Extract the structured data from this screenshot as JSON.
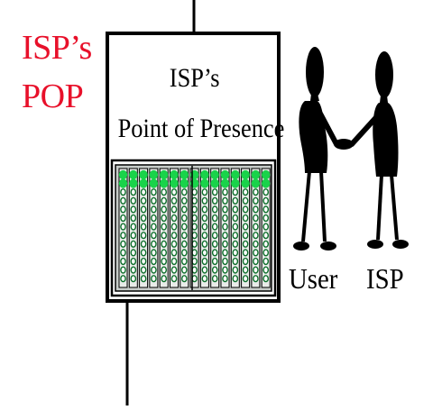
{
  "side_title": {
    "line1": "ISP’s",
    "line2": "POP"
  },
  "box": {
    "line1": "ISP’s",
    "line2": "Point of Presence"
  },
  "figures": {
    "user_label": "User",
    "isp_label": "ISP"
  },
  "rack": {
    "columns": 15,
    "led_rows": 13,
    "lit_rows": 2
  },
  "colors": {
    "title": "#e8102a",
    "led_lit": "#19d34a",
    "led_dark": "#0c6e2a",
    "rack_bg": "#c7ccc9"
  }
}
